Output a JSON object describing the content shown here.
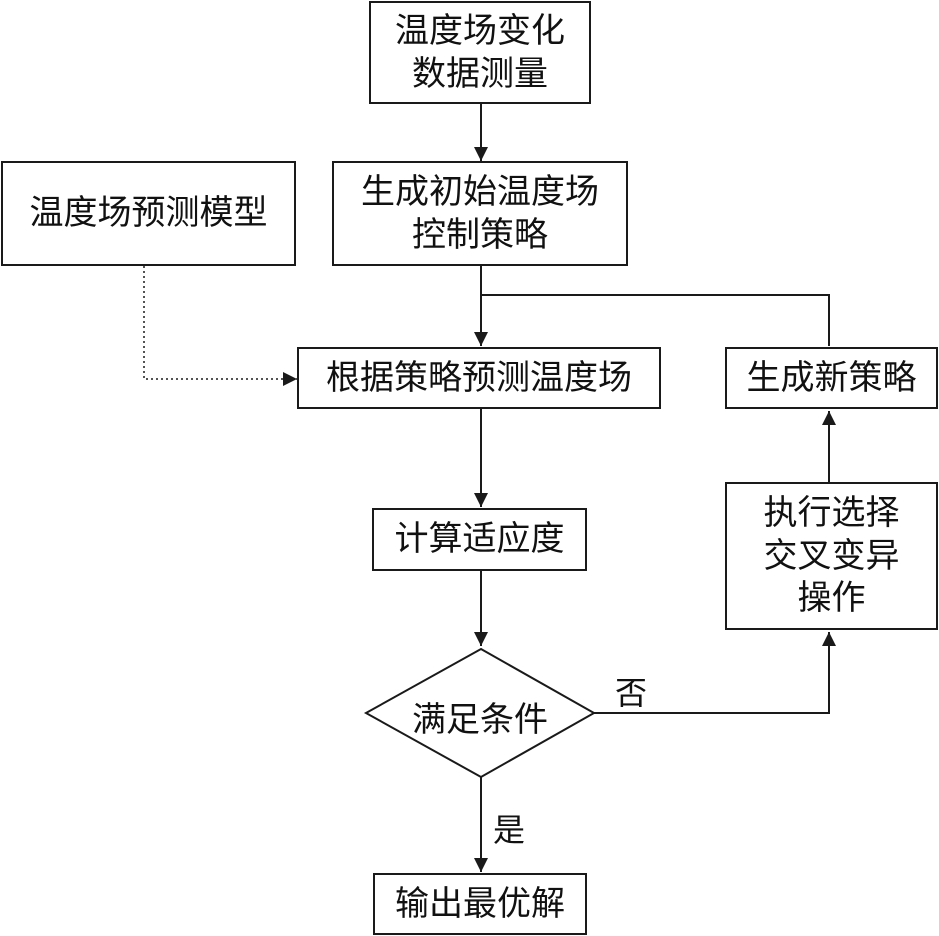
{
  "nodes": {
    "measure": {
      "lines": [
        "温度场变化",
        "数据测量"
      ]
    },
    "init_strategy": {
      "lines": [
        "生成初始温度场",
        "控制策略"
      ]
    },
    "model": {
      "lines": [
        "温度场预测模型"
      ]
    },
    "predict": {
      "lines": [
        "根据策略预测温度场"
      ]
    },
    "new_strategy": {
      "lines": [
        "生成新策略"
      ]
    },
    "fitness": {
      "lines": [
        "计算适应度"
      ]
    },
    "genetic_ops": {
      "lines": [
        "执行选择",
        "交叉变异",
        "操作"
      ]
    },
    "condition": {
      "text": "满足条件"
    },
    "output": {
      "lines": [
        "输出最优解"
      ]
    }
  },
  "edge_labels": {
    "no": "否",
    "yes": "是"
  },
  "colors": {
    "line": "#1a1a1a",
    "text": "#111111",
    "background": "#ffffff"
  }
}
